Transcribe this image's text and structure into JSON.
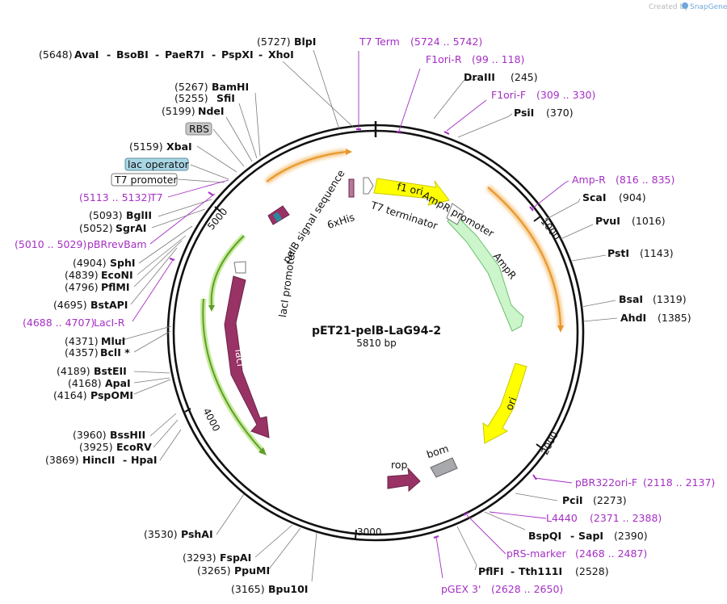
{
  "credit": {
    "text": "Created by",
    "brand": "SnapGene"
  },
  "plasmid": {
    "name": "pET21-pelB-LaG94-2",
    "length": "5810 bp"
  },
  "ticks": [
    "1000",
    "2000",
    "3000",
    "4000",
    "5000"
  ],
  "sites_right": {
    "draIII": {
      "name": "DraIII",
      "coord": "(245)"
    },
    "psiI": {
      "name": "PsiI",
      "coord": "(370)"
    },
    "scaI": {
      "name": "ScaI",
      "coord": "(904)"
    },
    "pvuI": {
      "name": "PvuI",
      "coord": "(1016)"
    },
    "pstI": {
      "name": "PstI",
      "coord": "(1143)"
    },
    "bsaI": {
      "name": "BsaI",
      "coord": "(1319)"
    },
    "ahdI": {
      "name": "AhdI",
      "coord": "(1385)"
    },
    "pciI": {
      "name": "PciI",
      "coord": "(2273)"
    },
    "bspqi": {
      "name1": "BspQI",
      "dash": "-",
      "name2": "SapI",
      "coord": "(2390)"
    },
    "pflfi": {
      "name1": "PflFI",
      "dash": "-",
      "name2": "Tth111I",
      "coord": "(2528)"
    }
  },
  "sites_left": {
    "blpI": {
      "name": "BlpI",
      "coord": "(5727)"
    },
    "avaI": {
      "coord": "(5648)",
      "n1": "AvaI",
      "n2": "BsoBI",
      "n3": "PaeR7I",
      "n4": "PspXI",
      "n5": "XhoI",
      "dash": "-"
    },
    "bamHI": {
      "name": "BamHI",
      "coord": "(5267)"
    },
    "sfiI": {
      "name": "SfiI",
      "coord": "(5255)"
    },
    "ndeI": {
      "name": "NdeI",
      "coord": "(5199)"
    },
    "xbaI": {
      "name": "XbaI",
      "coord": "(5159)"
    },
    "bglII": {
      "name": "BglII",
      "coord": "(5093)"
    },
    "sgrAI": {
      "name": "SgrAI",
      "coord": "(5052)"
    },
    "sphI": {
      "name": "SphI",
      "coord": "(4904)"
    },
    "ecoNI": {
      "name": "EcoNI",
      "coord": "(4839)"
    },
    "pflMI": {
      "name": "PflMI",
      "coord": "(4796)"
    },
    "bstAPI": {
      "name": "BstAPI",
      "coord": "(4695)"
    },
    "mluI": {
      "name": "MluI",
      "coord": "(4371)"
    },
    "bclI": {
      "name": "BclI *",
      "coord": "(4357)"
    },
    "bstEII": {
      "name": "BstEII",
      "coord": "(4189)"
    },
    "apaI": {
      "name": "ApaI",
      "coord": "(4168)"
    },
    "pspOMI": {
      "name": "PspOMI",
      "coord": "(4164)"
    },
    "bssHII": {
      "name": "BssHII",
      "coord": "(3960)"
    },
    "ecoRV": {
      "name": "EcoRV",
      "coord": "(3925)"
    },
    "hincII": {
      "coord": "(3869)",
      "n1": "HincII",
      "dash": "-",
      "n2": "HpaI"
    },
    "pshAI": {
      "name": "PshAI",
      "coord": "(3530)"
    },
    "fspAI": {
      "name": "FspAI",
      "coord": "(3293)"
    },
    "ppuMI": {
      "name": "PpuMI",
      "coord": "(3265)"
    },
    "bpu10I": {
      "name": "Bpu10I",
      "coord": "(3165)"
    }
  },
  "primers": {
    "t7term": {
      "name": "T7 Term",
      "range": "(5724 .. 5742)"
    },
    "f1oriR": {
      "name": "F1ori-R",
      "range": "(99 .. 118)"
    },
    "f1oriF": {
      "name": "F1ori-F",
      "range": "(309 .. 330)"
    },
    "ampR": {
      "name": "Amp-R",
      "range": "(816 .. 835)"
    },
    "t7": {
      "name": "T7",
      "range": "(5113 .. 5132)"
    },
    "pBRrevBam": {
      "name": "pBRrevBam",
      "range": "(5010 .. 5029)"
    },
    "lacIR": {
      "name": "LacI-R",
      "range": "(4688 .. 4707)"
    },
    "pBR322oriF": {
      "name": "pBR322ori-F",
      "range": "(2118 .. 2137)"
    },
    "l4440": {
      "name": "L4440",
      "range": "(2371 .. 2388)"
    },
    "pRSmarker": {
      "name": "pRS-marker",
      "range": "(2468 .. 2487)"
    },
    "pGEX3": {
      "name": "pGEX 3'",
      "range": "(2628 .. 2650)"
    }
  },
  "boxed": {
    "rbs": "RBS",
    "lacOperator": "lac operator",
    "t7promoter": "T7 promoter"
  },
  "features": {
    "f1ori": "f1 ori",
    "t7terminator": "T7 terminator",
    "sixHis": "6xHis",
    "pelB": "pelB signal sequence",
    "ampRpromoter": "AmpR promoter",
    "ampR": "AmpR",
    "ori": "ori",
    "bom": "bom",
    "rop": "rop",
    "lacI": "lacI",
    "lacIpromoter": "lacI promoter"
  },
  "colors": {
    "primer": "#a52fc4",
    "f1ori": "#ffff00",
    "ampR": "#ccf5cc",
    "lacI": "#993366",
    "orange": "#f5a623",
    "green": "#7fbf3f",
    "bom": "#a7a9ac"
  }
}
